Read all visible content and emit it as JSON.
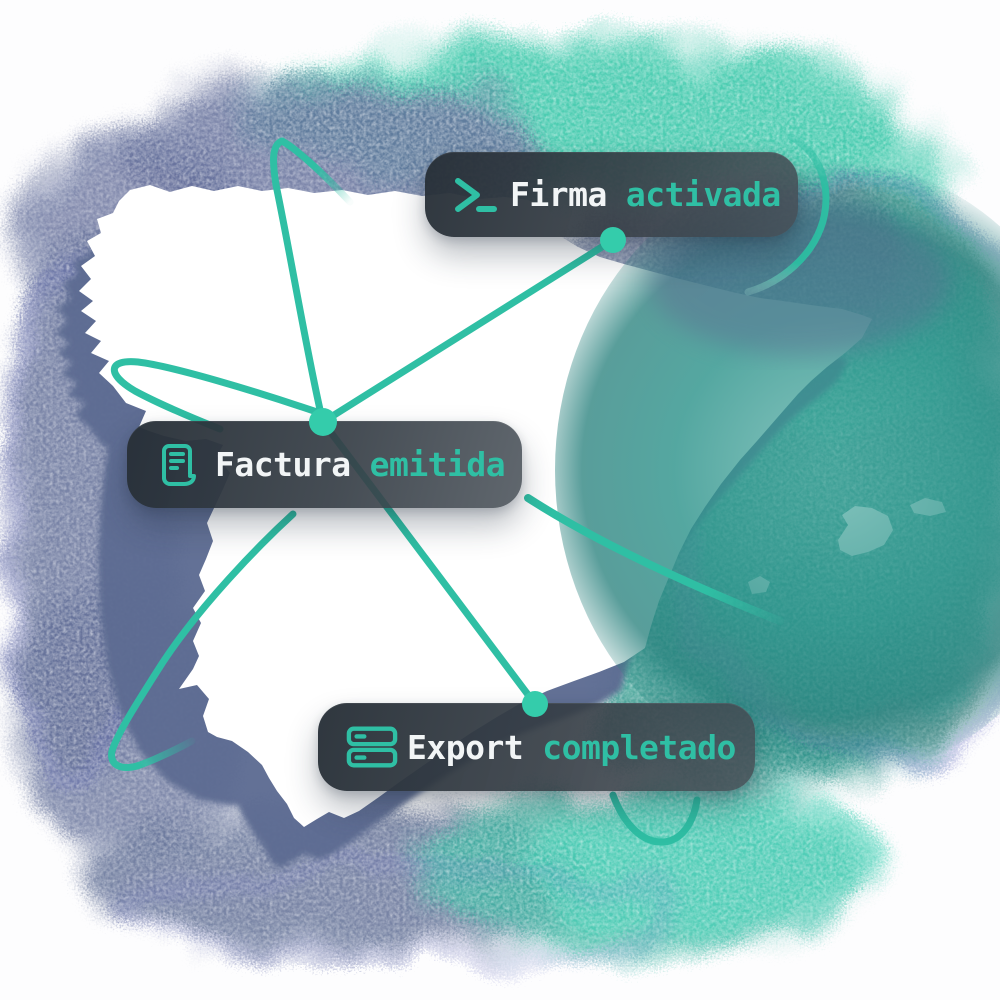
{
  "illustration": {
    "map_region": "Spain",
    "badges": [
      {
        "id": "firma",
        "icon": "terminal-prompt-icon",
        "label": "Firma",
        "status": "activada"
      },
      {
        "id": "factura",
        "icon": "invoice-receipt-icon",
        "label": "Factura",
        "status": "emitida"
      },
      {
        "id": "export",
        "icon": "server-export-icon",
        "label": "Export",
        "status": "completado"
      }
    ],
    "colors": {
      "accent": "#2fbfa4",
      "dot": "#34ccab",
      "badge_background": "#2d353d",
      "badge_text": "#f2f5f6",
      "map_fill": "#ffffff",
      "map_shadow": "#5d6c92",
      "cloud_slate": "#5e6b94",
      "cloud_teal": "#3bc7a8",
      "cloud_deep_teal": "#2f988f",
      "cloud_indigo": "#666bc2"
    }
  }
}
